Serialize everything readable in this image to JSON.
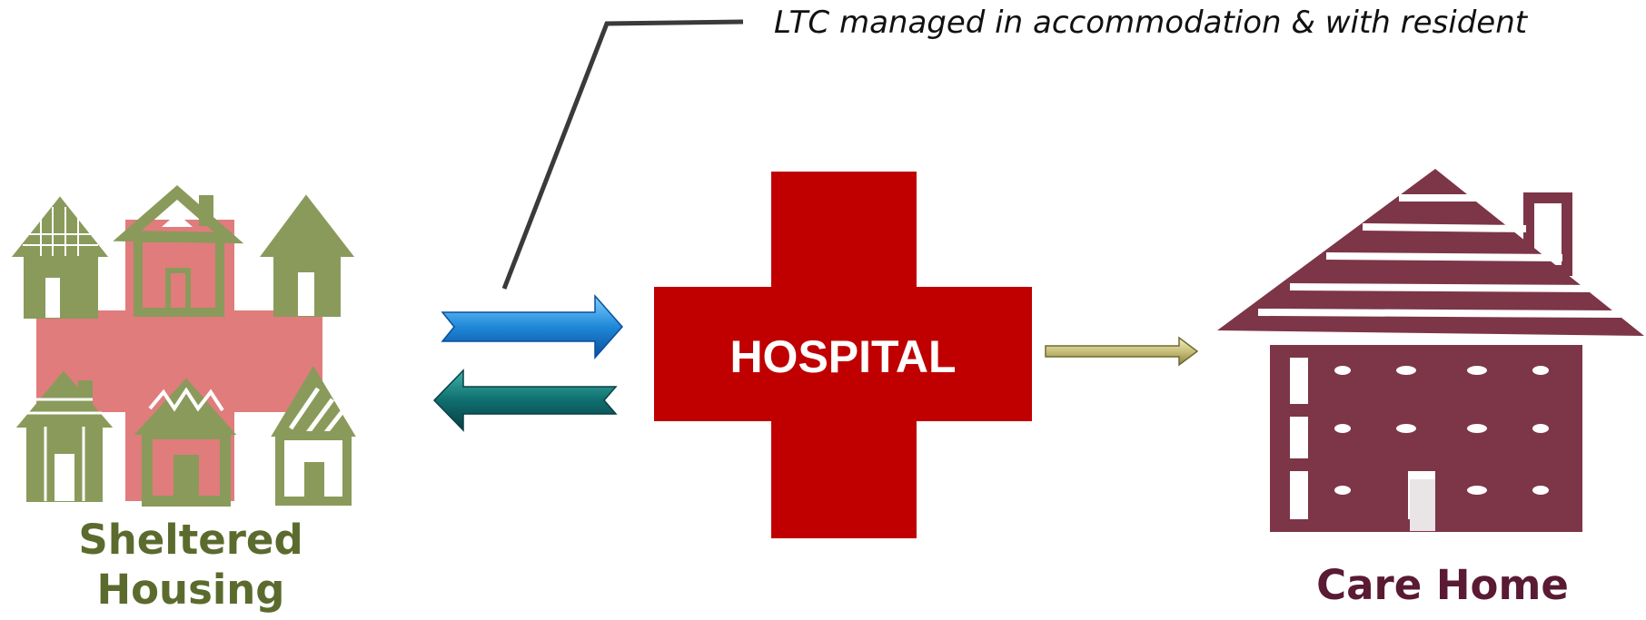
{
  "callout": {
    "text": "LTC managed in accommodation & with resident"
  },
  "hospital": {
    "label": "HOSPITAL"
  },
  "sheltered_housing": {
    "label_line1": "Sheltered",
    "label_line2": "Housing"
  },
  "care_home": {
    "label": "Care Home"
  },
  "colors": {
    "hospital_red": "#c00000",
    "sheltered_green": "#8a9a5b",
    "sheltered_text": "#5b6b2e",
    "sheltered_cross": "#e07c7c",
    "care_home_maroon": "#7d3548",
    "care_home_text": "#5a1a33",
    "arrow_blue": "#1e88d8",
    "arrow_teal": "#0f6e6e",
    "arrow_khaki": "#c8c07a"
  }
}
